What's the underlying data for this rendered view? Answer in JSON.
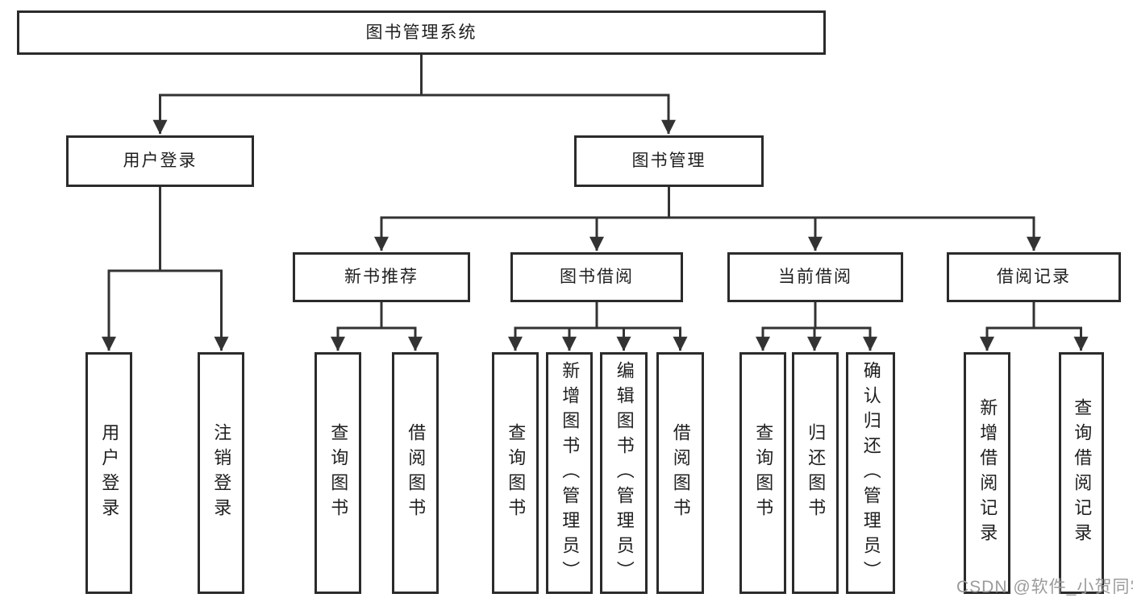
{
  "diagram": {
    "root": {
      "label": "图书管理系统"
    },
    "branches": [
      {
        "label": "用户登录",
        "children": [
          {
            "label": "用户登录"
          },
          {
            "label": "注销登录"
          }
        ]
      },
      {
        "label": "图书管理",
        "children": [
          {
            "label": "新书推荐",
            "children": [
              {
                "label": "查询图书"
              },
              {
                "label": "借阅图书"
              }
            ]
          },
          {
            "label": "图书借阅",
            "children": [
              {
                "label": "查询图书"
              },
              {
                "label": "新增图书（管理员）"
              },
              {
                "label": "编辑图书（管理员）"
              },
              {
                "label": "借阅图书"
              }
            ]
          },
          {
            "label": "当前借阅",
            "children": [
              {
                "label": "查询图书"
              },
              {
                "label": "归还图书"
              },
              {
                "label": "确认归还（管理员）"
              }
            ]
          },
          {
            "label": "借阅记录",
            "children": [
              {
                "label": "新增借阅记录"
              },
              {
                "label": "查询借阅记录"
              }
            ]
          }
        ]
      }
    ]
  },
  "watermark": {
    "text": "CSDN @软件_小贺同学"
  },
  "colors": {
    "background": "#ffffff",
    "line": "#333333",
    "box_border": "#2b2b2b",
    "box_fill": "#ffffff",
    "text": "#1f1f1f",
    "watermark": "#9b9b9b"
  }
}
